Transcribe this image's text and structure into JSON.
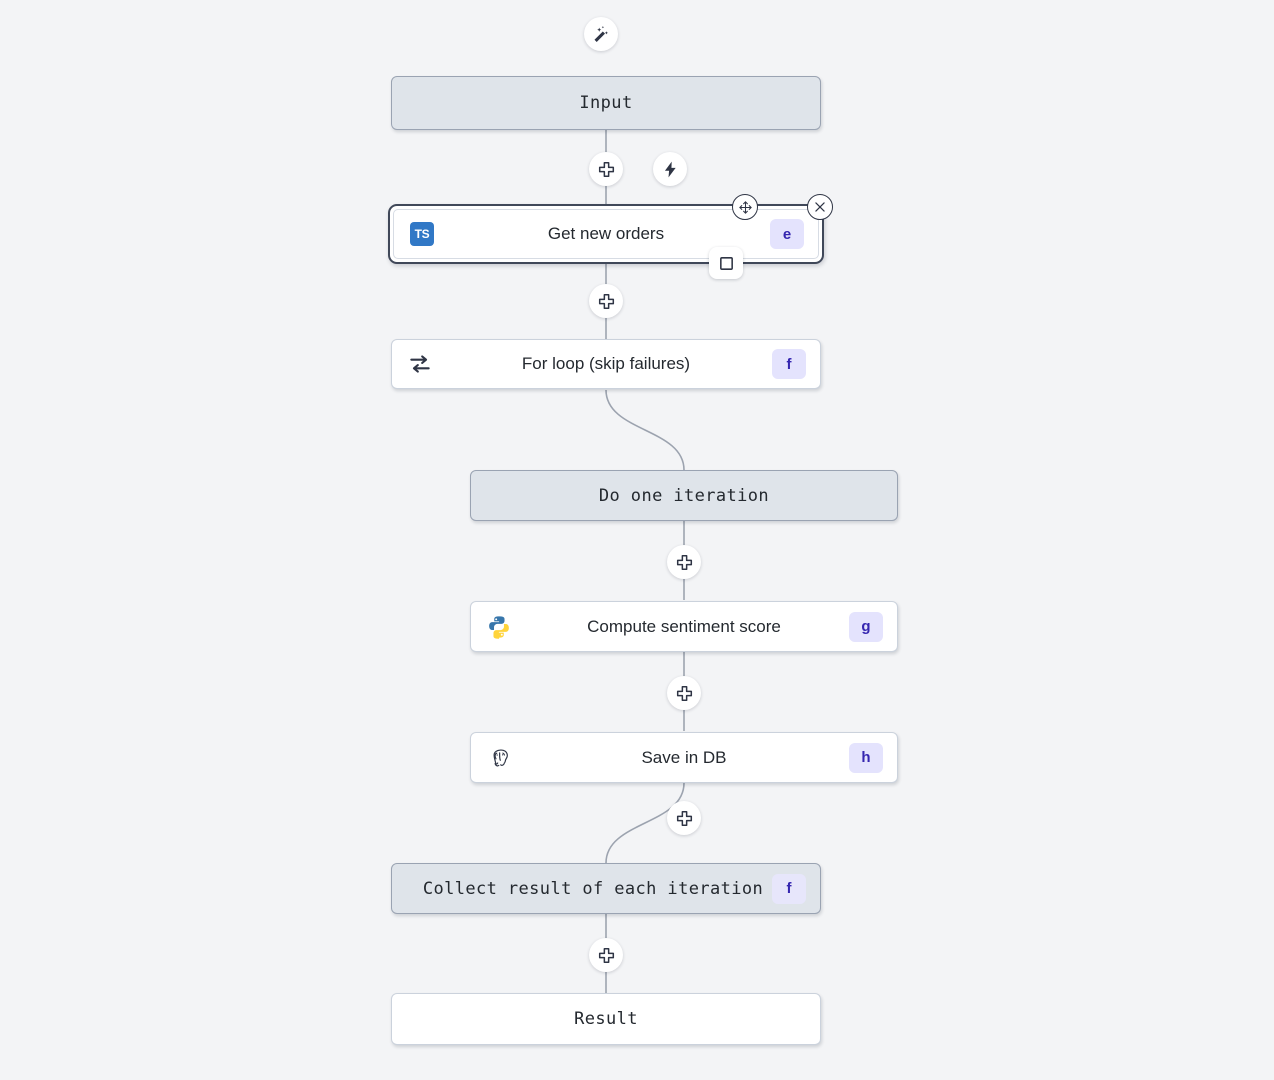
{
  "canvas": {
    "background_color": "#f3f4f6"
  },
  "palette": {
    "node_gray_fill": "#dfe4ea",
    "node_white_fill": "#ffffff",
    "node_border": "#9aa3b2",
    "edge_color": "#9ca3af",
    "badge_bg": "#e4e3fd",
    "badge_text": "#3526b0",
    "selected_border": "#404859",
    "typescript_blue": "#3178c6",
    "python_blue": "#3776ab",
    "python_yellow": "#ffd43b"
  },
  "toolbar": {
    "ai_assistant_icon": "magic-wand-icon",
    "trigger_icon": "lightning-bolt-icon"
  },
  "selected_node_controls": {
    "move_handle_icon": "move-arrows-icon",
    "close_icon": "close-x-icon",
    "resize_icon": "square-outline-icon"
  },
  "add_button": {
    "icon": "plus-icon",
    "label": "+"
  },
  "flow": {
    "nodes": [
      {
        "id": "input",
        "label": "Input",
        "style": "gray",
        "font": "mono",
        "icon": null,
        "badge": null,
        "selected": false
      },
      {
        "id": "get-new-orders",
        "label": "Get new orders",
        "style": "white",
        "font": "sans",
        "icon": "typescript-icon",
        "badge": "e",
        "selected": true
      },
      {
        "id": "for-loop",
        "label": "For loop (skip failures)",
        "style": "white",
        "font": "sans",
        "icon": "loop-icon",
        "badge": "f",
        "selected": false
      },
      {
        "id": "do-one-iteration",
        "label": "Do one iteration",
        "style": "gray",
        "font": "mono",
        "icon": null,
        "badge": null,
        "selected": false
      },
      {
        "id": "compute-sentiment-score",
        "label": "Compute sentiment score",
        "style": "white",
        "font": "sans",
        "icon": "python-icon",
        "badge": "g",
        "selected": false
      },
      {
        "id": "save-in-db",
        "label": "Save in DB",
        "style": "white",
        "font": "sans",
        "icon": "postgresql-icon",
        "badge": "h",
        "selected": false
      },
      {
        "id": "collect-result",
        "label": "Collect result of each iteration",
        "style": "gray",
        "font": "mono",
        "icon": null,
        "badge": "f",
        "selected": false
      },
      {
        "id": "result",
        "label": "Result",
        "style": "white",
        "font": "mono",
        "icon": null,
        "badge": null,
        "selected": false
      }
    ]
  }
}
